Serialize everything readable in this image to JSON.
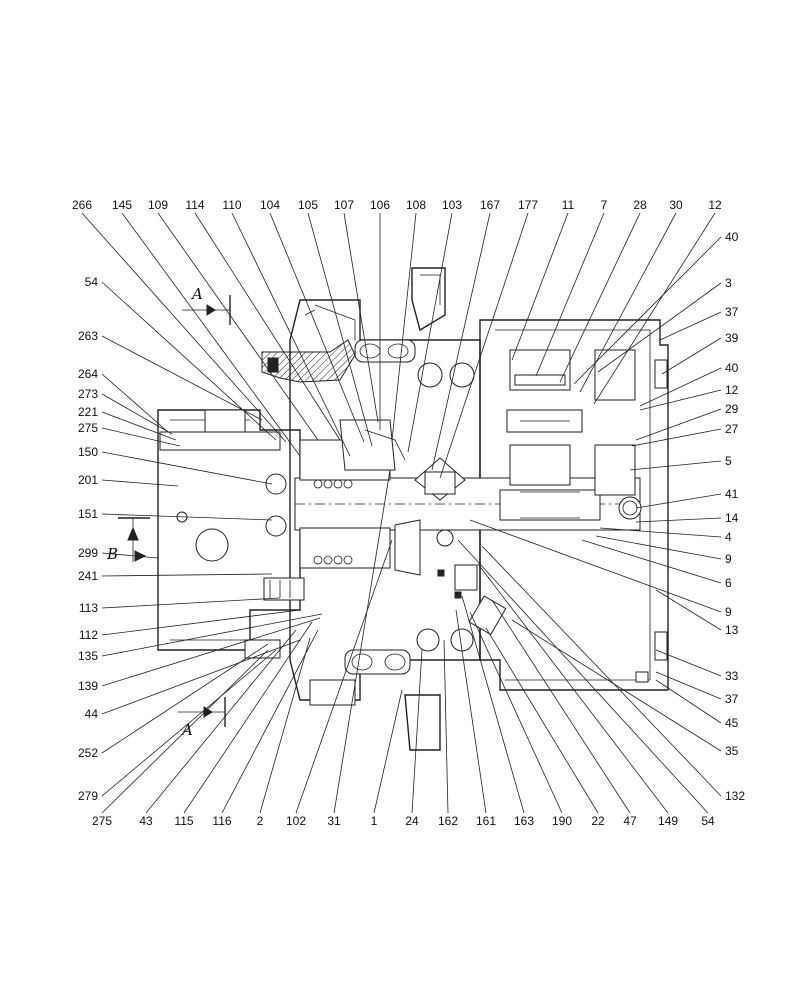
{
  "diagram": {
    "section_marks": {
      "a_top": "A",
      "a_bottom": "A",
      "b_left": "B"
    },
    "callouts": {
      "top": [
        "266",
        "145",
        "109",
        "114",
        "110",
        "104",
        "105",
        "107",
        "106",
        "108",
        "103",
        "167",
        "177",
        "11",
        "7",
        "28",
        "30",
        "12"
      ],
      "left": [
        "54",
        "263",
        "264",
        "273",
        "221",
        "275",
        "150",
        "201",
        "151",
        "299",
        "241",
        "113",
        "112",
        "135",
        "139",
        "44",
        "252",
        "279"
      ],
      "right": [
        "40",
        "3",
        "37",
        "39",
        "40",
        "12",
        "29",
        "27",
        "5",
        "41",
        "14",
        "4",
        "9",
        "6",
        "9",
        "13",
        "33",
        "37",
        "45",
        "35",
        "132"
      ],
      "bottom": [
        "275",
        "43",
        "115",
        "116",
        "2",
        "102",
        "31",
        "1",
        "24",
        "162",
        "161",
        "163",
        "190",
        "22",
        "47",
        "149",
        "54"
      ]
    }
  }
}
